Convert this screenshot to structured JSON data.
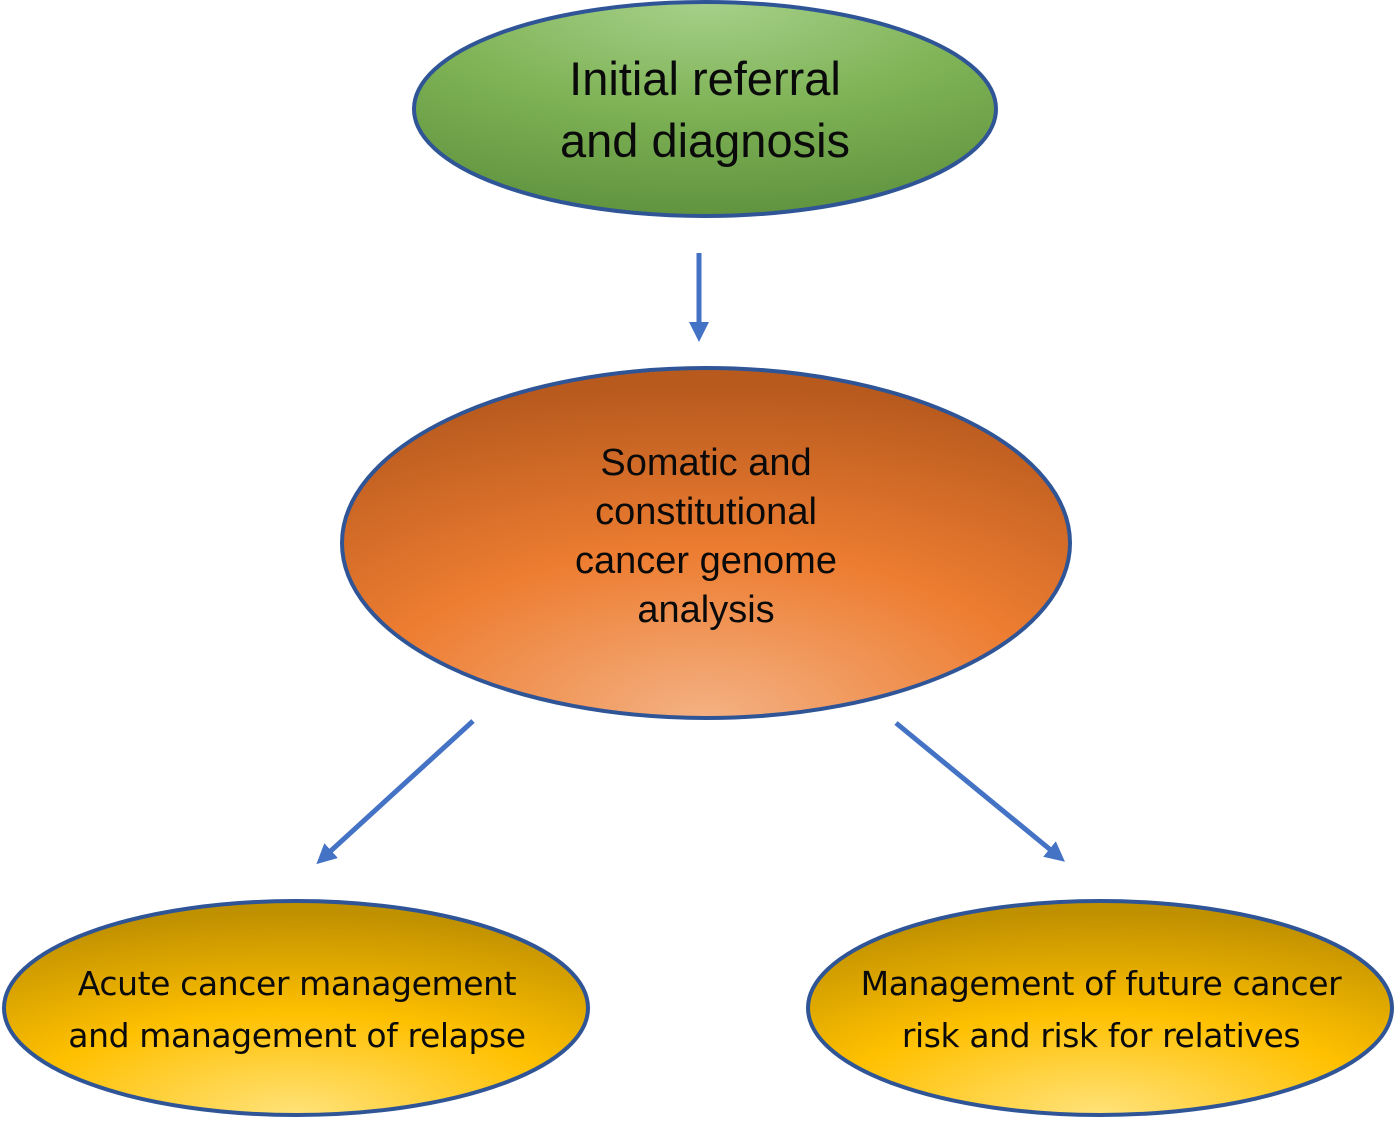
{
  "diagram": {
    "type": "flowchart",
    "nodes": [
      {
        "id": "initial",
        "lines": [
          "Initial referral",
          "and diagnosis"
        ],
        "fill": "#7fb356",
        "fill_light": "#a6d08a",
        "fill_dark": "#5a8d3a"
      },
      {
        "id": "analysis",
        "lines": [
          "Somatic and",
          "constitutional",
          "cancer genome",
          "analysis"
        ],
        "fill": "#ed7d31",
        "fill_light": "#f4b183",
        "fill_dark": "#b85a1e"
      },
      {
        "id": "acute",
        "lines": [
          "Acute cancer management",
          "and management of relapse"
        ],
        "fill": "#ffc000",
        "fill_light": "#ffe27a",
        "fill_dark": "#bf9000"
      },
      {
        "id": "future",
        "lines": [
          "Management of future cancer",
          "risk and risk for relatives"
        ],
        "fill": "#ffc000",
        "fill_light": "#ffe27a",
        "fill_dark": "#bf9000"
      }
    ],
    "edges": [
      {
        "from": "initial",
        "to": "analysis"
      },
      {
        "from": "analysis",
        "to": "acute"
      },
      {
        "from": "analysis",
        "to": "future"
      }
    ],
    "outline_color": "#2f5597",
    "arrow_color": "#4472c4"
  }
}
